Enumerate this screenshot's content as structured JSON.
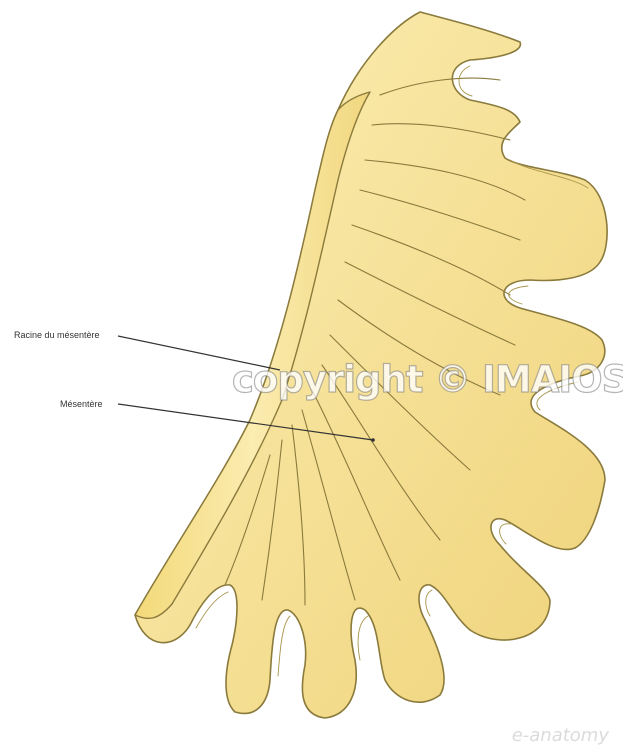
{
  "labels": {
    "root_of_mesentery": "Racine du mésentère",
    "mesentery": "Mésentère"
  },
  "watermark": {
    "copyright": "copyright © IMAIOS",
    "brand": "e-anatomy"
  },
  "colors": {
    "tissue_fill": "#f4df8c",
    "tissue_light": "#fbeeb5",
    "tissue_shadow": "#e6c860",
    "outline": "#8a7a3c",
    "leader_line": "#333333",
    "background": "#ffffff"
  }
}
